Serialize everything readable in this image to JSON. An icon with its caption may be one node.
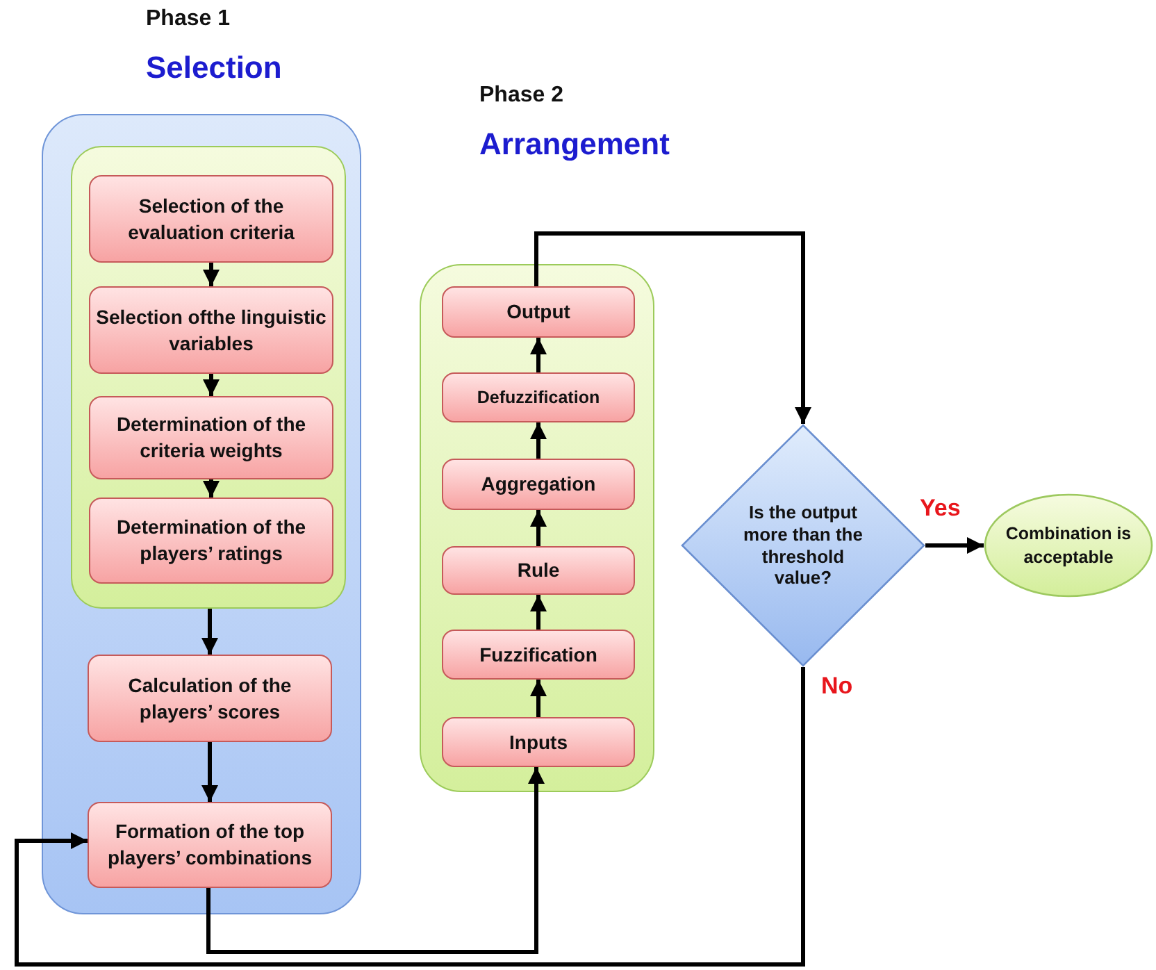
{
  "diagram": {
    "nodes": [
      {
        "text": [],
        "shape": "box"
      },
      {
        "text": [],
        "shape": "box",
        "in": 0
      },
      {
        "text": [
          "Selection of the evaluation criteria"
        ],
        "in": 1
      },
      {
        "text": [
          "Selection ofthe linguistic variables"
        ],
        "in": 1
      },
      {
        "text": [
          "Determination of the criteria weights"
        ],
        "in": 1
      },
      {
        "text": [
          "Determination of the players’ ratings"
        ],
        "in": 1
      },
      {
        "text": [
          "Calculation of the players’ scores"
        ],
        "in": 0
      },
      {
        "text": [
          "Formation of the top players’ combinations"
        ],
        "in": 0
      },
      {
        "text": [],
        "shape": "box"
      },
      {
        "text": [
          "Output"
        ],
        "in": 8
      },
      {
        "text": [
          "Defuzzification"
        ],
        "in": 8
      },
      {
        "text": [
          "Aggregation"
        ],
        "in": 8
      },
      {
        "text": [
          "Rule"
        ],
        "in": 8
      },
      {
        "text": [
          "Fuzzification"
        ],
        "in": 8
      },
      {
        "text": [
          "Inputs"
        ],
        "in": 8
      },
      {
        "text": [
          "Is the output more than the threshold value?"
        ]
      },
      {
        "text": [
          "Combination is acceptable"
        ]
      }
    ],
    "edges": [
      {
        "from": 2,
        "to": 3,
        "arrow": "to"
      },
      {
        "from": 3,
        "to": 4,
        "arrow": "to"
      },
      {
        "from": 4,
        "to": 5,
        "arrow": "to"
      },
      {
        "from": 1,
        "to": 6,
        "arrow": "to"
      },
      {
        "from": 6,
        "to": 7,
        "arrow": "to"
      },
      {
        "from": 7,
        "to": 14,
        "arrow": "to"
      },
      {
        "from": 14,
        "to": 13,
        "arrow": "to"
      },
      {
        "from": 13,
        "to": 12,
        "arrow": "to"
      },
      {
        "from": 12,
        "to": 11,
        "arrow": "to"
      },
      {
        "from": 11,
        "to": 10,
        "arrow": "to"
      },
      {
        "from": 10,
        "to": 9,
        "arrow": "to"
      },
      {
        "from": 9,
        "to": 15,
        "arrow": "to"
      },
      {
        "from": 15,
        "to": 16,
        "arrow": "to",
        "label": "Yes"
      },
      {
        "from": 15,
        "to": 7,
        "arrow": "to",
        "label": "No"
      }
    ],
    "labels": [
      "Phase 1",
      "Selection",
      "Phase 2",
      "Arrangement"
    ]
  }
}
